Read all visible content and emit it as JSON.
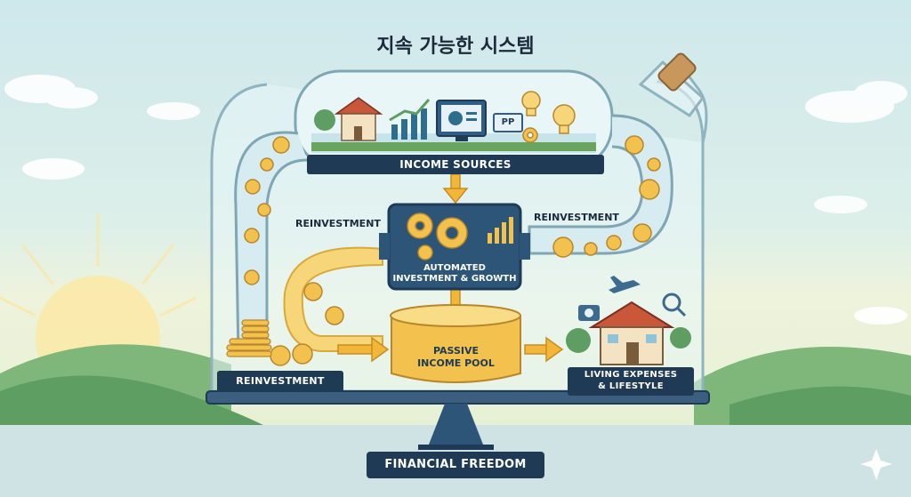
{
  "title": "지속 가능한 시스템",
  "labels": {
    "income_sources": "INCOME SOURCES",
    "reinvestment_left": "REINVESTMENT",
    "reinvestment_right": "REINVESTMENT",
    "reinvestment_bottom": "REINVESTMENT",
    "automated_line1": "AUTOMATED",
    "automated_line2": "INVESTMENT & GROWTH",
    "passive_line1": "PASSIVE",
    "passive_line2": "INCOME POOL",
    "living_line1": "LIVING EXPENSES",
    "living_line2": "& LIFESTYLE",
    "financial_freedom": "FINANCIAL FREEDOM",
    "pp_box": "PP"
  },
  "colors": {
    "navy": "#1f3a55",
    "gold": "#f2c14e",
    "glass": "#d8eef2"
  }
}
